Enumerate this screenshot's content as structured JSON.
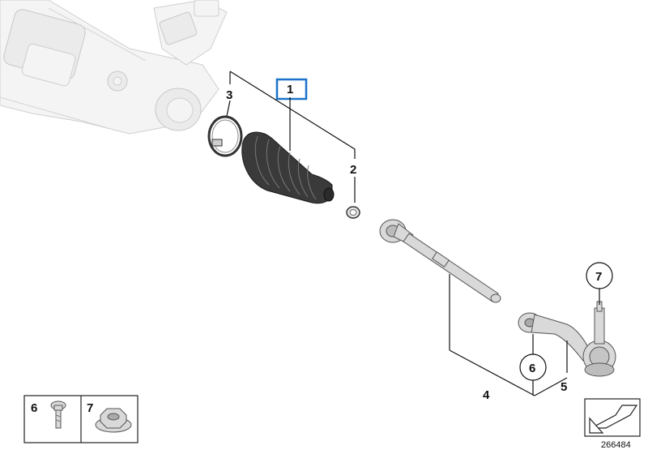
{
  "callouts": {
    "c1": "1",
    "c2": "2",
    "c3": "3",
    "c4": "4",
    "c5": "5",
    "c6": "6",
    "c7": "7"
  },
  "legend": {
    "item_a": "6",
    "item_b": "7"
  },
  "reference_number": "266484",
  "colors": {
    "highlight": "#1a73c8",
    "ink": "#111111",
    "boot": "#3a3a3a",
    "ghost": "#f4f4f4"
  },
  "icons": [
    "view-direction-arrow-icon",
    "bolt-icon",
    "nut-icon"
  ]
}
